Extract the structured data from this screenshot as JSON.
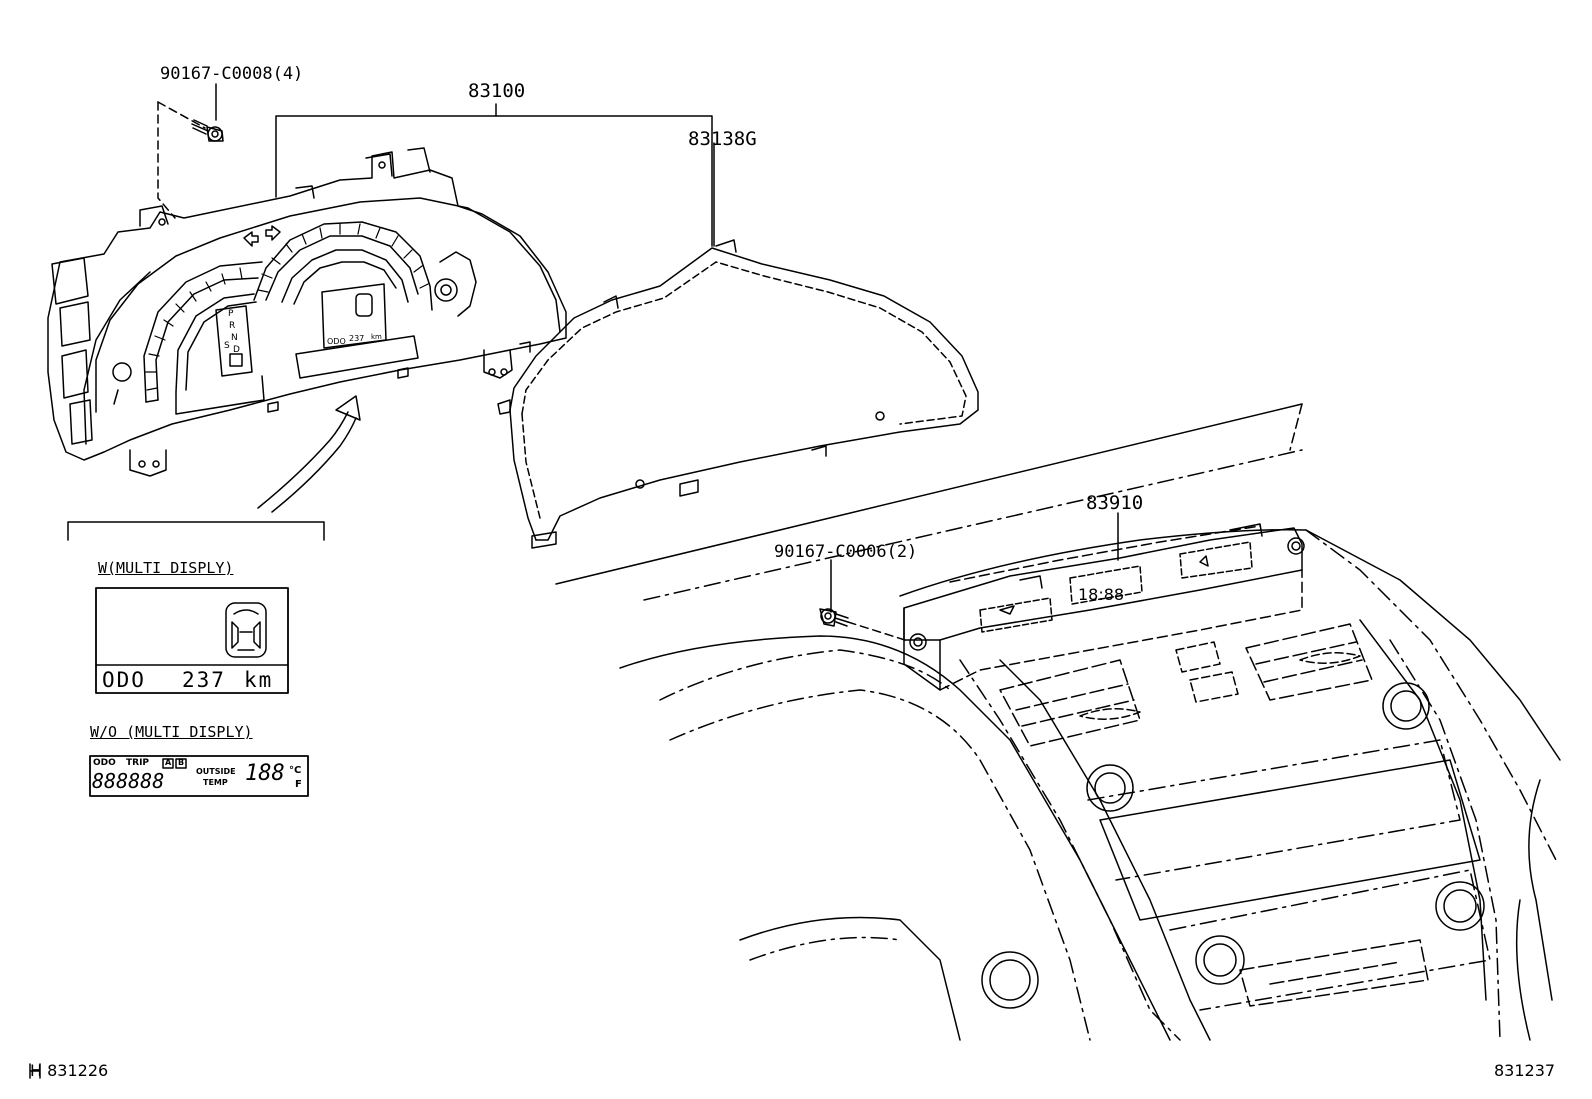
{
  "labels": {
    "bolt_cluster": "90167-C0008(4)",
    "cluster_assy": "83100",
    "cluster_glass": "83138G",
    "clock_assy": "83910",
    "bolt_clock": "90167-C0006(2)"
  },
  "inset_multi": {
    "title": "W(MULTI DISPLY)",
    "odo_label": "ODO",
    "odo_value": "237",
    "odo_unit": "km"
  },
  "inset_no_multi": {
    "title": "W/O (MULTI DISPLY)",
    "odo_tag": "ODO",
    "trip_tag": "TRIP",
    "trip_a": "A",
    "trip_b": "B",
    "odo_digits": "888888",
    "outside": "OUTSIDE",
    "temp": "TEMP",
    "temp_digits": "188",
    "unit_c": "°C",
    "unit_f": "F"
  },
  "cluster_face": {
    "gear_p": "P",
    "gear_r": "R",
    "gear_n": "N",
    "gear_d": "D",
    "gear_s": "S",
    "odo_small": "ODO",
    "odo_small_value": "237",
    "odo_small_unit": "km",
    "clock_digits": "18:88"
  },
  "footer": {
    "left_code": "H 831226",
    "right_code": "831237"
  }
}
